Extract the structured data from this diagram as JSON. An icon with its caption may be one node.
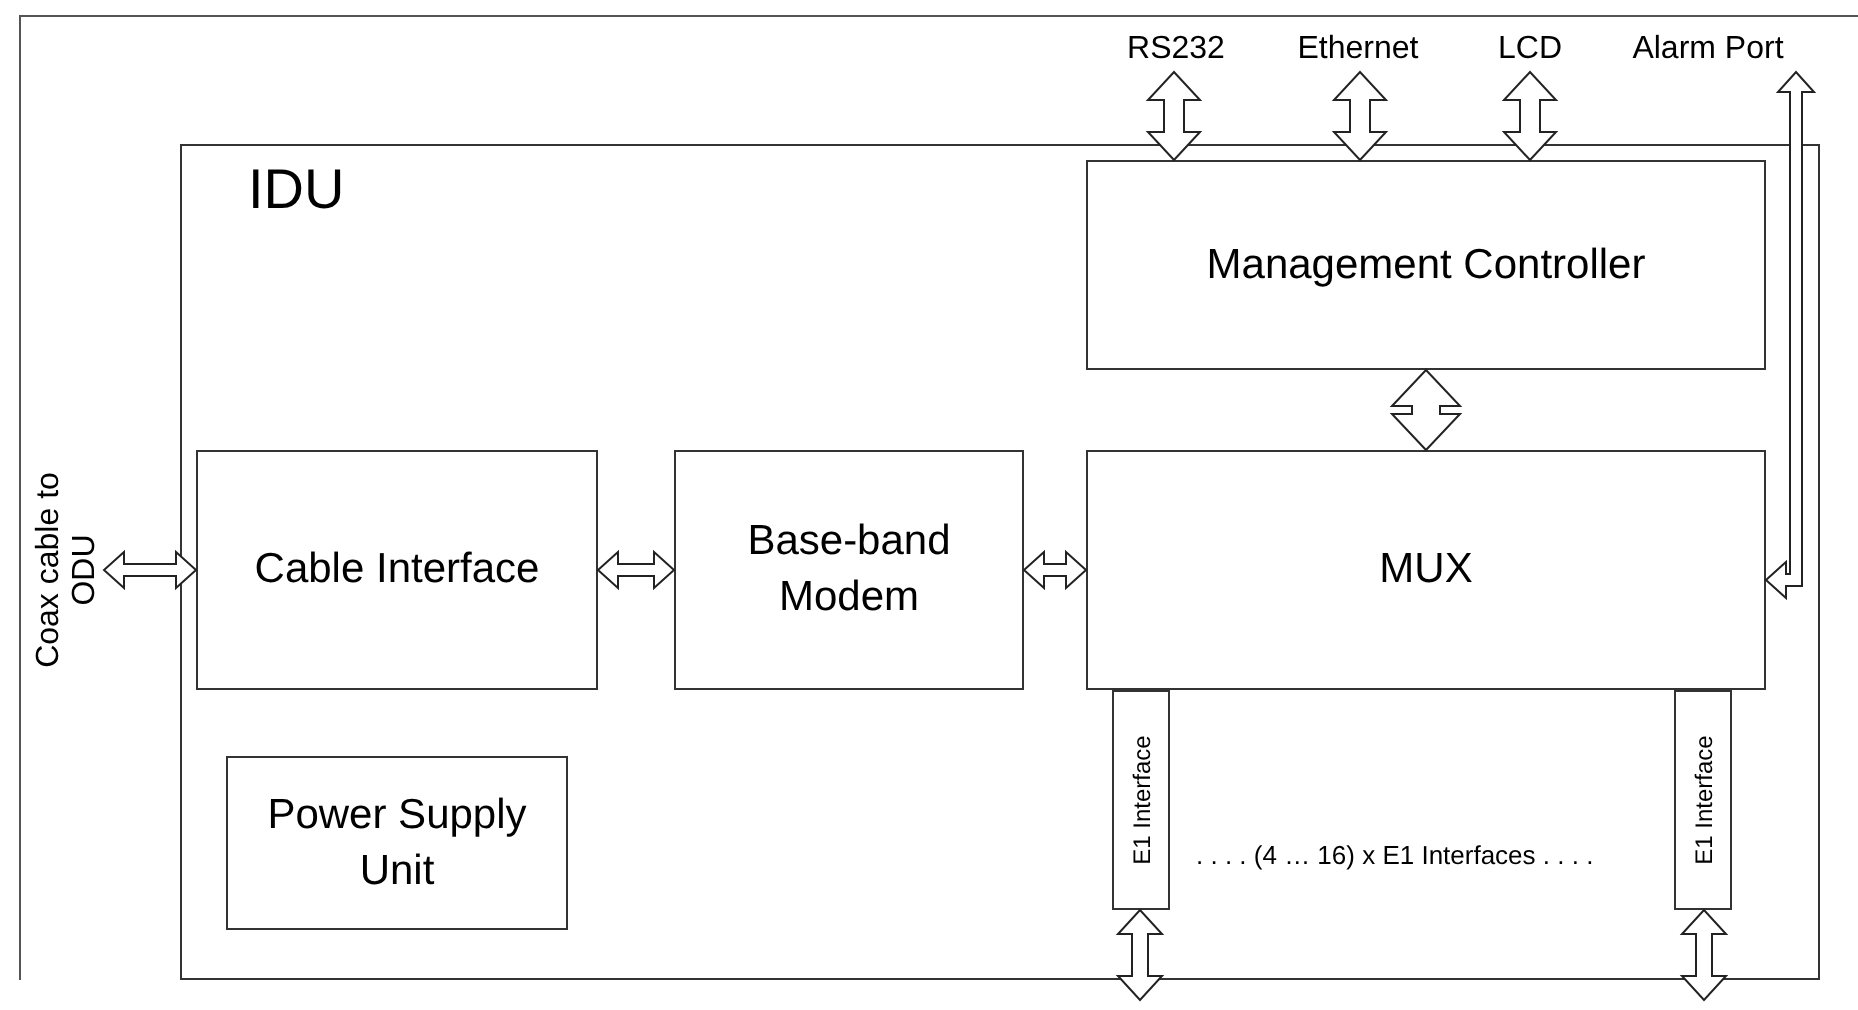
{
  "diagram": {
    "nodes": [
      {
        "text": [
          "IDU"
        ]
      },
      {
        "text": [
          "Management Controller"
        ],
        "in": 0
      },
      {
        "text": [
          "Cable Interface"
        ],
        "in": 0
      },
      {
        "text": [
          "Base-band Modem"
        ],
        "in": 0
      },
      {
        "text": [
          "MUX"
        ],
        "in": 0
      },
      {
        "text": [
          "Power Supply Unit"
        ],
        "in": 0
      },
      {
        "text": [
          "E1 Interface"
        ],
        "in": 0
      },
      {
        "text": [
          "E1 Interface"
        ],
        "in": 0
      },
      {
        "text": [
          "RS232"
        ]
      },
      {
        "text": [
          "Ethernet"
        ]
      },
      {
        "text": [
          "LCD"
        ]
      },
      {
        "text": [
          "Alarm Port"
        ]
      },
      {
        "text": [
          "Coax cable to ODU"
        ]
      }
    ],
    "edges": [
      {
        "from": 8,
        "to": 1,
        "arrow": "both"
      },
      {
        "from": 9,
        "to": 1,
        "arrow": "both"
      },
      {
        "from": 10,
        "to": 1,
        "arrow": "both"
      },
      {
        "from": 11,
        "to": 4,
        "arrow": "both"
      },
      {
        "from": 1,
        "to": 4,
        "arrow": "both"
      },
      {
        "from": 12,
        "to": 2,
        "arrow": "both"
      },
      {
        "from": 2,
        "to": 3,
        "arrow": "both"
      },
      {
        "from": 3,
        "to": 4,
        "arrow": "both"
      },
      {
        "from": 6,
        "to": null,
        "arrow": "both"
      },
      {
        "from": 7,
        "to": null,
        "arrow": "both"
      }
    ],
    "labels": [
      ". . . . (4 … 16) x E1 Interfaces . . . ."
    ]
  }
}
